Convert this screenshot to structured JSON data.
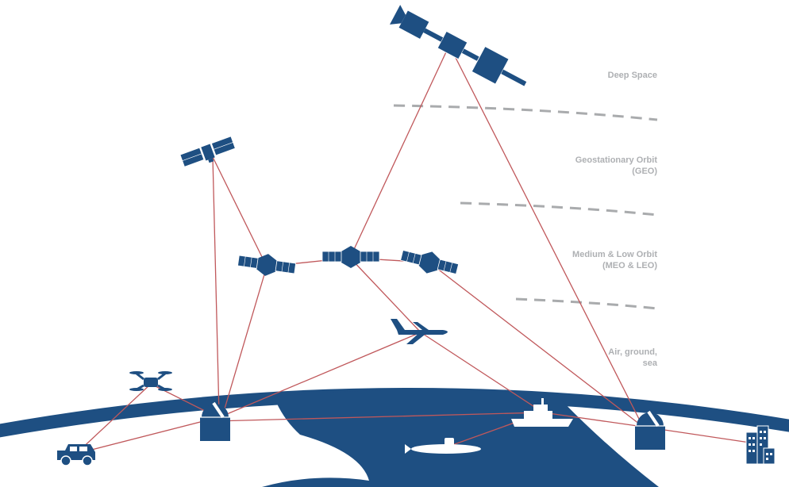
{
  "layers": {
    "deep_space": "Deep Space",
    "geo": "Geostationary Orbit\n(GEO)",
    "meo_leo": "Medium & Low Orbit\n(MEO & LEO)",
    "air_ground_sea": "Air, ground,\nsea"
  },
  "colors": {
    "navy": "#1e4f82",
    "link": "#c0585b",
    "boundary": "#a9abad",
    "label": "#aeb0b3"
  },
  "icons": {
    "satellite": "satellite-icon",
    "airplane": "airplane-icon",
    "drone": "drone-icon",
    "vehicle": "vehicle-icon",
    "ground_station": "ground-station-icon",
    "ship": "ship-icon",
    "submarine": "submarine-icon",
    "building": "building-icon"
  }
}
